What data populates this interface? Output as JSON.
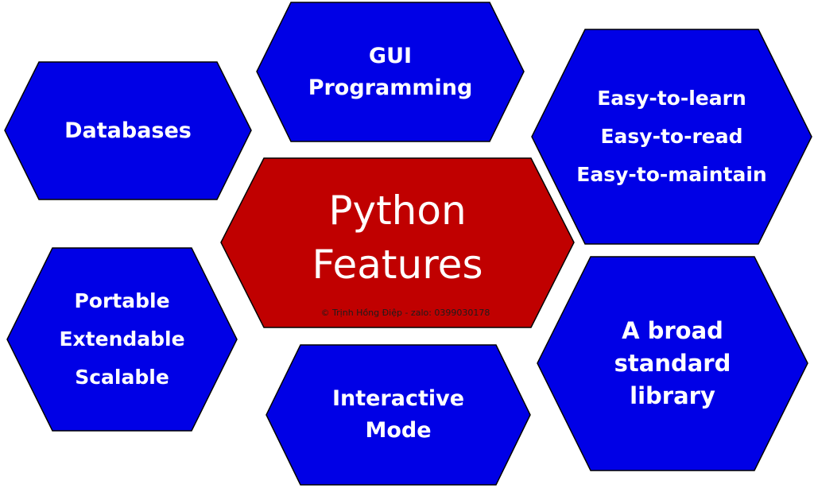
{
  "center": {
    "lines": [
      "Python",
      "Features"
    ],
    "color": "#c00000"
  },
  "features": {
    "gui": {
      "lines": [
        "GUI",
        "Programming"
      ]
    },
    "databases": {
      "lines": [
        "Databases"
      ]
    },
    "easy": {
      "lines": [
        "Easy-to-learn",
        "Easy-to-read",
        "Easy-to-maintain"
      ]
    },
    "portable": {
      "lines": [
        "Portable",
        "Extendable",
        "Scalable"
      ]
    },
    "interactive": {
      "lines": [
        "Interactive",
        "Mode"
      ]
    },
    "library": {
      "lines": [
        "A broad",
        "standard",
        "library"
      ]
    },
    "color": "#0000e6",
    "stroke": "#000000"
  },
  "watermark": "© Trịnh Hồng Điệp - zalo: 0399030178"
}
